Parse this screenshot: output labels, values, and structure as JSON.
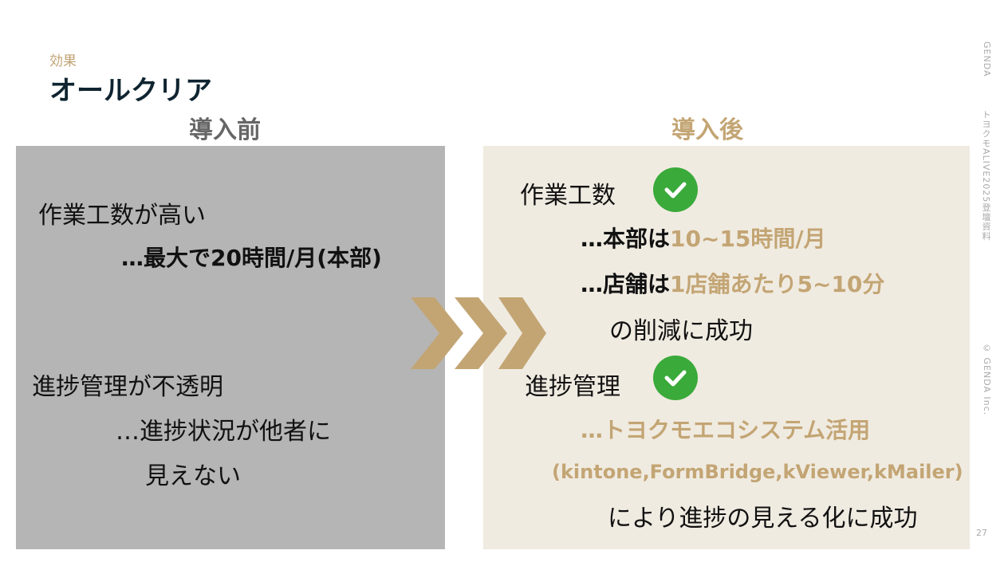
{
  "header": {
    "kicker": "効果",
    "title": "オールクリア"
  },
  "before": {
    "heading": "導入前",
    "item1": "作業工数が高い",
    "item1_detail": "…最大で20時間/月(本部)",
    "item2": "進捗管理が不透明",
    "item2_detail1": "…進捗状況が他者に",
    "item2_detail2": "見えない"
  },
  "after": {
    "heading": "導入後",
    "item1": "作業工数",
    "line1_prefix": "…本部は",
    "line1_value": "10~15時間/月",
    "line2_prefix": "…店舗は",
    "line2_value": "1店舗あたり5~10分",
    "line3": "の削減に成功",
    "item2": "進捗管理",
    "line4": "…トヨクモエコシステム活用",
    "line5": "(kintone,FormBridge,kViewer,kMailer)",
    "line6": "により進捗の見える化に成功"
  },
  "sidebar": {
    "brand": "GENDA",
    "event": "トヨクモALIVE2025登壇資料",
    "copyright": "© GENDA Inc.",
    "page": "27"
  },
  "colors": {
    "gold": "#c3a574",
    "green": "#3aaa3a",
    "gray_box": "#b5b5b5",
    "beige_box": "#f0ebe1"
  }
}
